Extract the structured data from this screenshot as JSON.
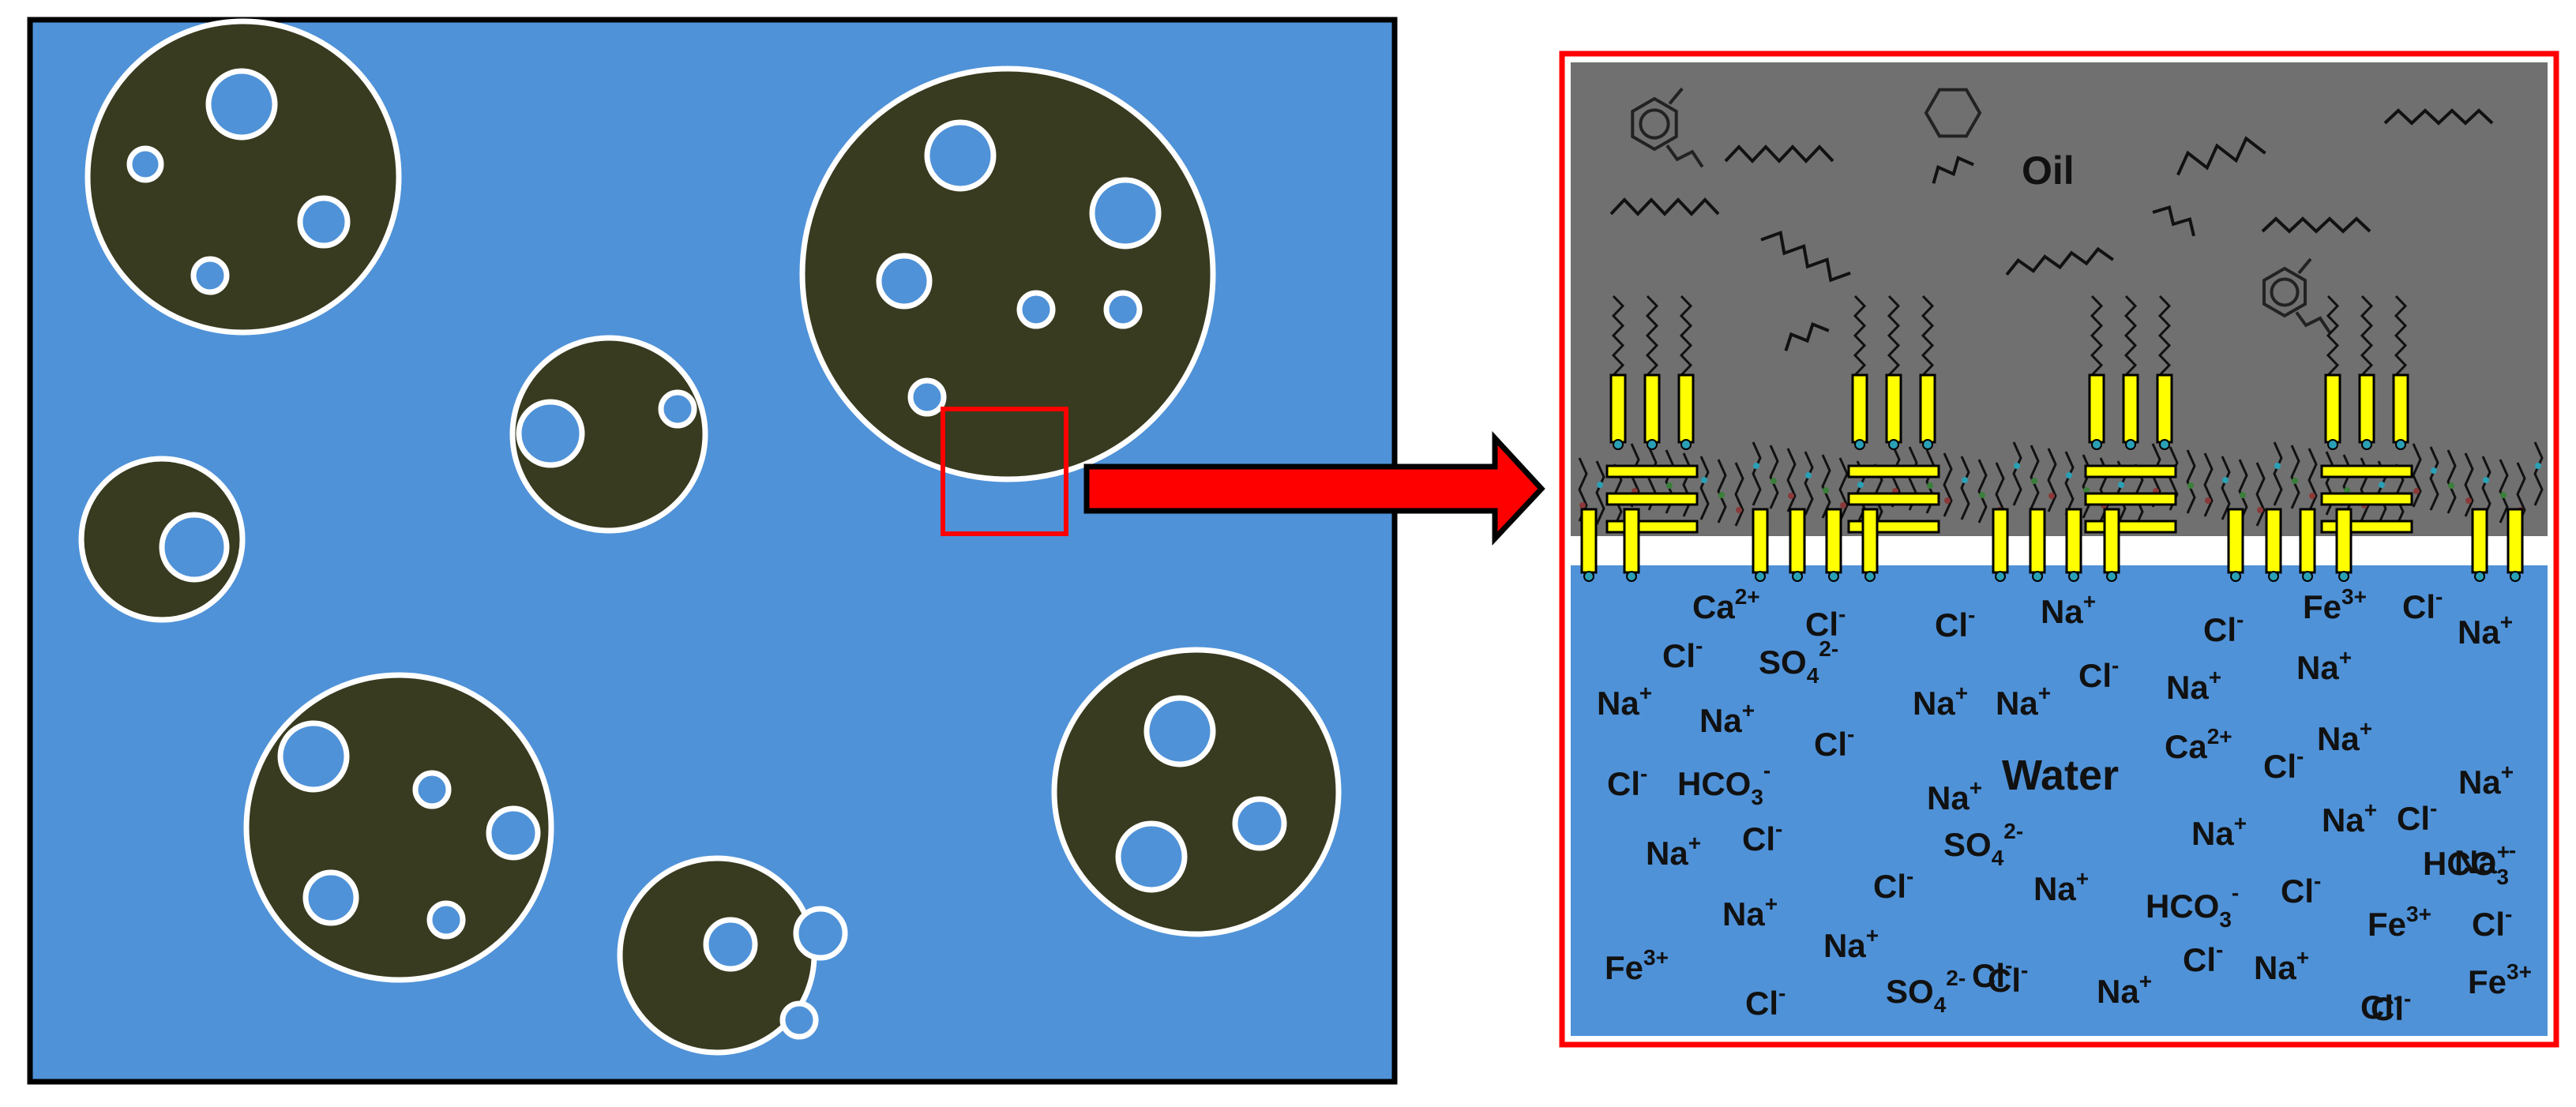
{
  "labels": {
    "oil": "Oil",
    "water": "Water"
  },
  "ions": [
    {
      "text": "Ca",
      "sup": "2+",
      "sub": ""
    },
    {
      "text": "Cl",
      "sup": "-",
      "sub": ""
    },
    {
      "text": "Cl",
      "sup": "-",
      "sub": ""
    },
    {
      "text": "Na",
      "sup": "+",
      "sub": ""
    },
    {
      "text": "Cl",
      "sup": "-",
      "sub": ""
    },
    {
      "text": "Fe",
      "sup": "3+",
      "sub": ""
    },
    {
      "text": "Cl",
      "sup": "-",
      "sub": ""
    },
    {
      "text": "Na",
      "sup": "+",
      "sub": ""
    },
    {
      "text": "Cl",
      "sup": "-",
      "sub": ""
    },
    {
      "text": "SO",
      "sup": "2-",
      "sub": "4"
    },
    {
      "text": "Na",
      "sup": "+",
      "sub": ""
    },
    {
      "text": "Cl",
      "sup": "-",
      "sub": ""
    },
    {
      "text": "Na",
      "sup": "+",
      "sub": ""
    },
    {
      "text": "Na",
      "sup": "+",
      "sub": ""
    },
    {
      "text": "Na",
      "sup": "+",
      "sub": ""
    },
    {
      "text": "Na",
      "sup": "+",
      "sub": ""
    },
    {
      "text": "Na",
      "sup": "+",
      "sub": ""
    },
    {
      "text": "Cl",
      "sup": "-",
      "sub": ""
    },
    {
      "text": "Ca",
      "sup": "2+",
      "sub": ""
    },
    {
      "text": "Cl",
      "sup": "-",
      "sub": ""
    },
    {
      "text": "Na",
      "sup": "+",
      "sub": ""
    },
    {
      "text": "Cl",
      "sup": "-",
      "sub": ""
    },
    {
      "text": "HCO",
      "sup": "-",
      "sub": "3"
    },
    {
      "text": "Na",
      "sup": "+",
      "sub": ""
    },
    {
      "text": "Na",
      "sup": "+",
      "sub": ""
    },
    {
      "text": "Cl",
      "sup": "-",
      "sub": ""
    },
    {
      "text": "Na",
      "sup": "+",
      "sub": ""
    },
    {
      "text": "Na",
      "sup": "+",
      "sub": ""
    },
    {
      "text": "Cl",
      "sup": "-",
      "sub": ""
    },
    {
      "text": "SO",
      "sup": "2-",
      "sub": "4"
    },
    {
      "text": "Na",
      "sup": "+",
      "sub": ""
    },
    {
      "text": "Na",
      "sup": "+",
      "sub": ""
    },
    {
      "text": "HCO",
      "sup": "-",
      "sub": "3"
    },
    {
      "text": "Cl",
      "sup": "-",
      "sub": ""
    },
    {
      "text": "Na",
      "sup": "+",
      "sub": ""
    },
    {
      "text": "Cl",
      "sup": "-",
      "sub": ""
    },
    {
      "text": "Na",
      "sup": "+",
      "sub": ""
    },
    {
      "text": "HCO",
      "sup": "-",
      "sub": "3"
    },
    {
      "text": "Cl",
      "sup": "-",
      "sub": ""
    },
    {
      "text": "Fe",
      "sup": "3+",
      "sub": ""
    },
    {
      "text": "Cl",
      "sup": "-",
      "sub": ""
    },
    {
      "text": "Fe",
      "sup": "3+",
      "sub": ""
    },
    {
      "text": "Na",
      "sup": "+",
      "sub": ""
    },
    {
      "text": "Cl",
      "sup": "-",
      "sub": ""
    },
    {
      "text": "Cl",
      "sup": "-",
      "sub": ""
    },
    {
      "text": "Na",
      "sup": "+",
      "sub": ""
    },
    {
      "text": "Na",
      "sup": "+",
      "sub": ""
    },
    {
      "text": "Cl",
      "sup": "-",
      "sub": ""
    },
    {
      "text": "SO",
      "sup": "2-",
      "sub": "4"
    },
    {
      "text": "Cl",
      "sup": "-",
      "sub": ""
    },
    {
      "text": "Fe",
      "sup": "3+",
      "sub": ""
    },
    {
      "text": "Cl",
      "sup": "-",
      "sub": ""
    }
  ],
  "colors": {
    "water": "#4f92d8",
    "oil_droplet": "#383b20",
    "oil_phase": "#707070",
    "surfactant": "#ffff00",
    "arrow": "#ff0000",
    "frame_red": "#ff0000"
  }
}
